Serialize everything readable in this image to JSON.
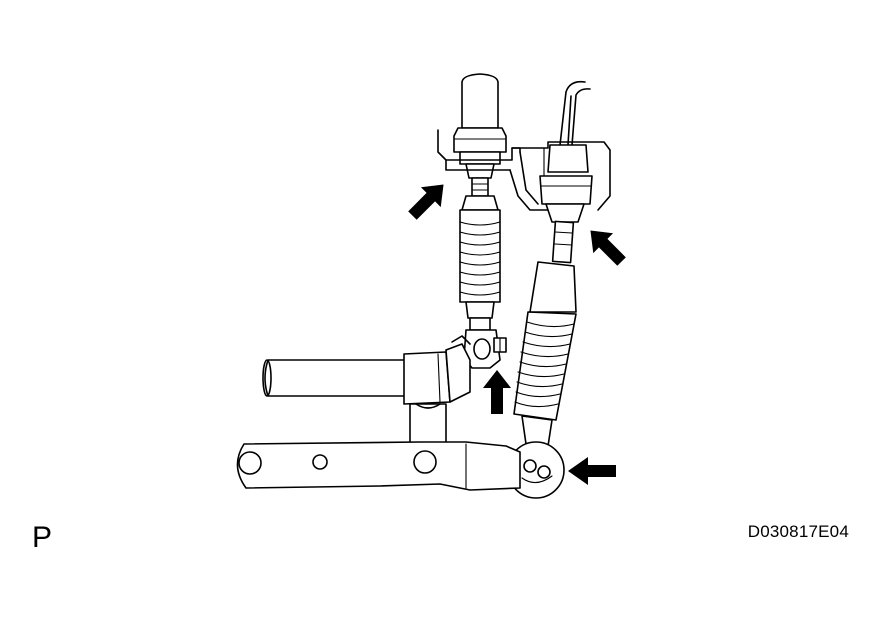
{
  "diagram": {
    "corner_label": "P",
    "figure_code": "D030817E04",
    "components": [
      "transmission-shift-cable",
      "transmission-select-cable",
      "cable-bracket",
      "shift-lever-rod",
      "shift-lever-arm"
    ],
    "callout_arrows": 4
  }
}
